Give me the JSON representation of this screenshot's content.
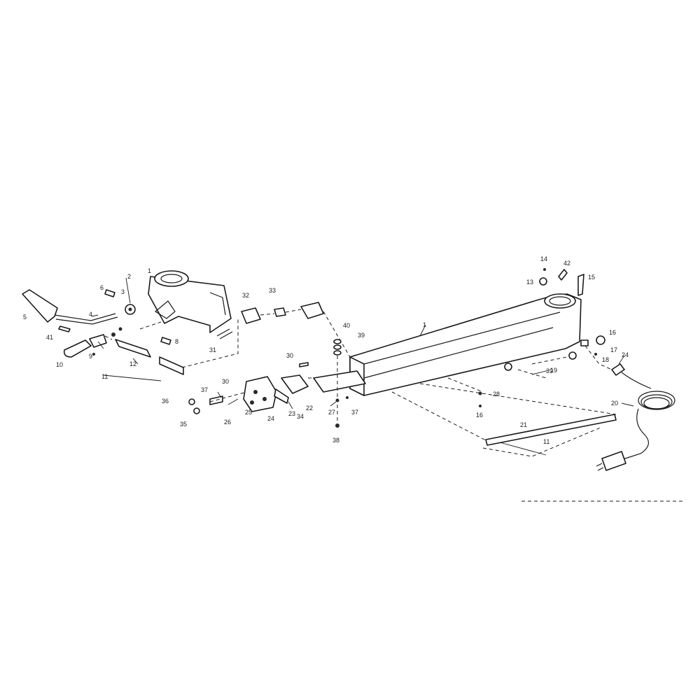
{
  "callouts": {
    "c1_arm": "1",
    "c1_yoke": "1",
    "c2": "2",
    "c3": "3",
    "c4": "4",
    "c5": "5",
    "c6": "6",
    "c8": "8",
    "c9": "9",
    "c10": "10",
    "c11_left": "11",
    "c11_right": "11",
    "c12": "12",
    "c13": "13",
    "c14": "14",
    "c15": "15",
    "c16_right": "16",
    "c16_low": "16",
    "c17": "17",
    "c18": "18",
    "c19": "19",
    "c20": "20",
    "c21": "21",
    "c22": "22",
    "c23": "23",
    "c24_block": "24",
    "c24_cord": "24",
    "c25": "25",
    "c26": "26",
    "c27": "27",
    "c28": "28",
    "c30_a": "30",
    "c30_b": "30",
    "c31": "31",
    "c32": "32",
    "c33": "33",
    "c34": "34",
    "c35": "35",
    "c36": "36",
    "c37_a": "37",
    "c37_b": "37",
    "c38": "38",
    "c39_a": "39",
    "c39_b": "39",
    "c40": "40",
    "c41": "41",
    "c42": "42"
  }
}
